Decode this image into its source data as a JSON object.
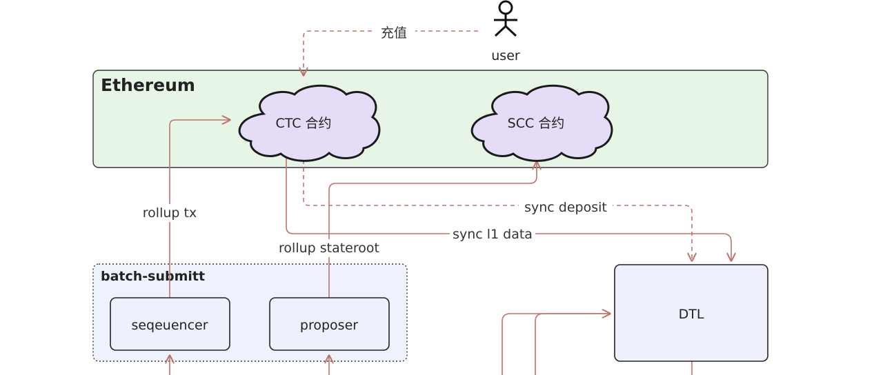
{
  "actor": {
    "label": "user"
  },
  "groups": {
    "ethereum": {
      "title": "Ethereum",
      "fill": "#e6f5e6",
      "stroke": "#333333"
    },
    "batch_submit": {
      "title": "batch-submitt",
      "fill": "#eef2fc"
    }
  },
  "nodes": {
    "ctc": {
      "label": "CTC 合约"
    },
    "scc": {
      "label": "SCC 合约"
    },
    "seqeuencer": {
      "label": "seqeuencer"
    },
    "proposer": {
      "label": "proposer"
    },
    "dtl": {
      "label": "DTL"
    }
  },
  "edges": {
    "deposit": {
      "label": "充值"
    },
    "rollup_tx": {
      "label": "rollup tx"
    },
    "rollup_stateroot": {
      "label": "rollup stateroot"
    },
    "sync_deposit": {
      "label": "sync deposit"
    },
    "sync_l1_data": {
      "label": "sync l1 data"
    }
  },
  "colors": {
    "edge": "#c0726a",
    "cloud_fill": "#e6dcf8",
    "box_fill": "#eef0fb"
  }
}
